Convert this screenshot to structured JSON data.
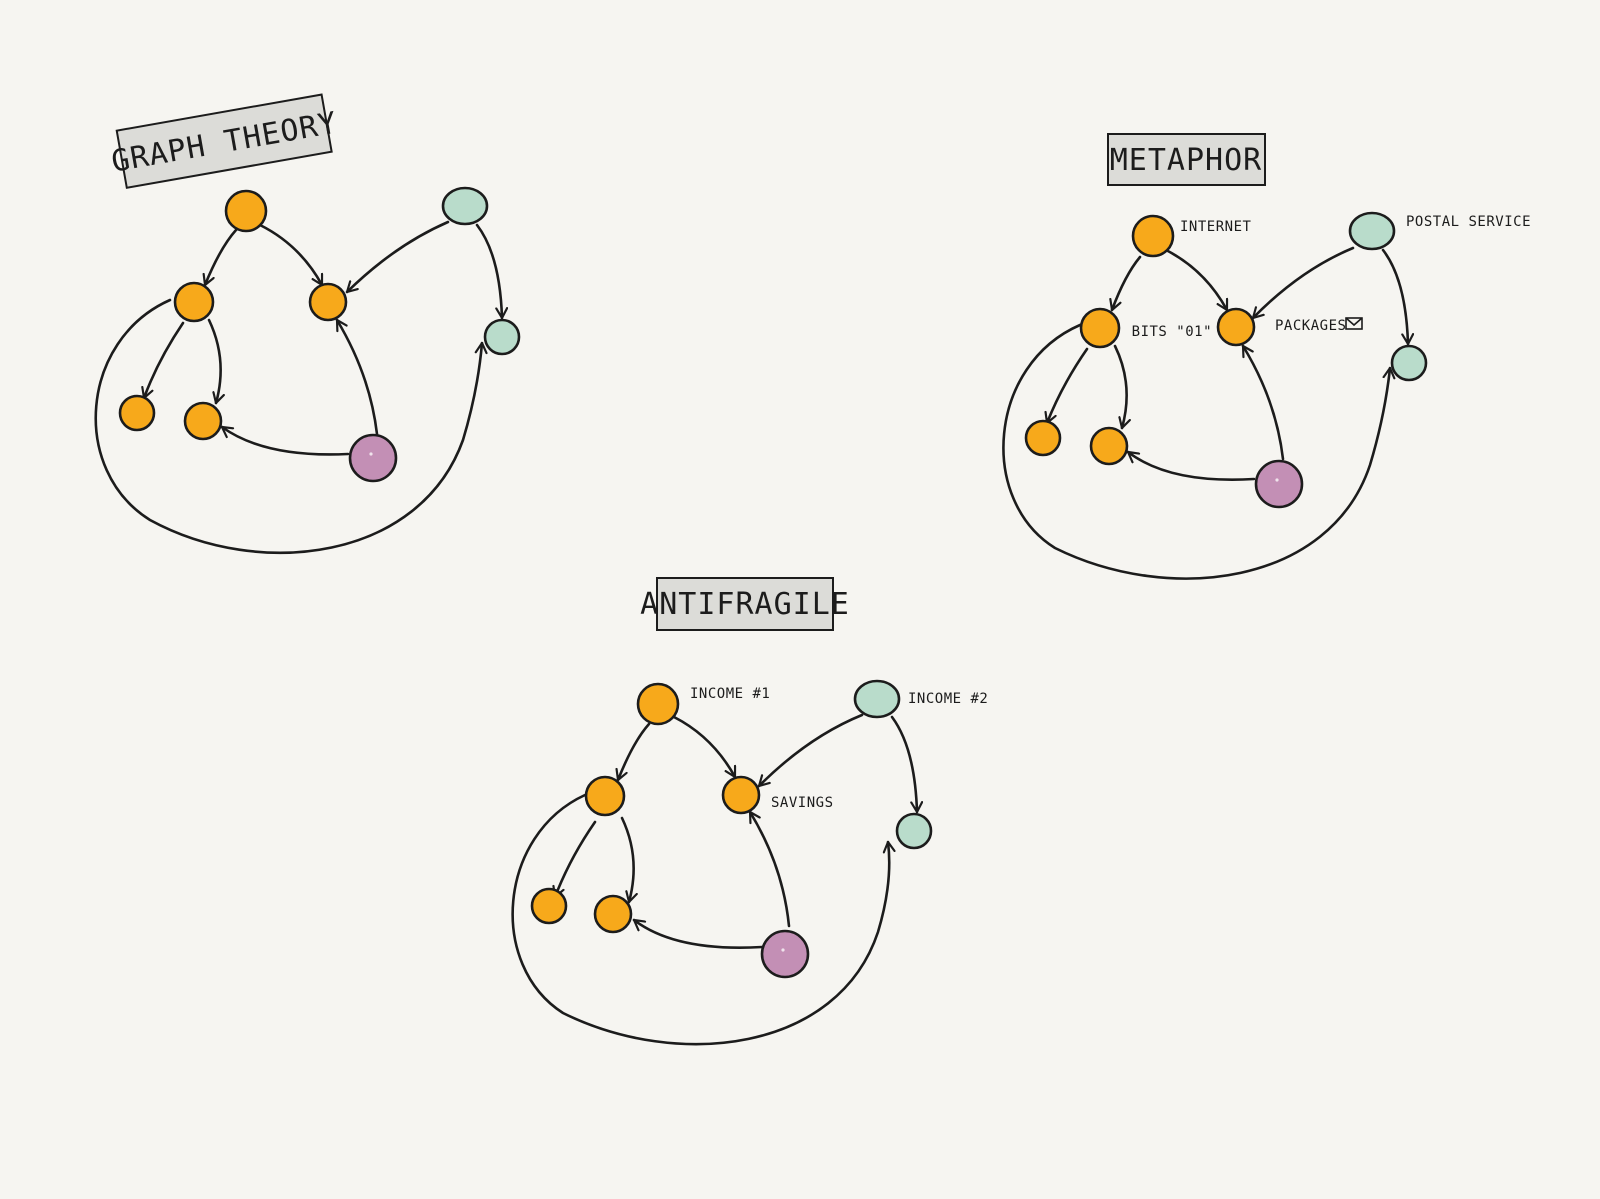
{
  "colors": {
    "background": "#f6f5f1",
    "stroke": "#1c1c1c",
    "orange_node": "#f7a91b",
    "green_node": "#b9dccb",
    "purple_node": "#c38fb5",
    "title_box": "#dcdcd8"
  },
  "panels": [
    {
      "id": "graph-theory",
      "title": "GRAPH THEORY",
      "labels": {}
    },
    {
      "id": "metaphor",
      "title": "METAPHOR",
      "labels": {
        "top_orange": "INTERNET",
        "top_green": "POSTAL SERVICE",
        "mid_orange_left": "BITS \"01\"",
        "mid_orange_right": "PACKAGES"
      }
    },
    {
      "id": "antifragile",
      "title": "ANTIFRAGILE",
      "labels": {
        "top_orange": "INCOME #1",
        "top_green": "INCOME #2",
        "mid_orange_right": "SAVINGS"
      }
    }
  ]
}
